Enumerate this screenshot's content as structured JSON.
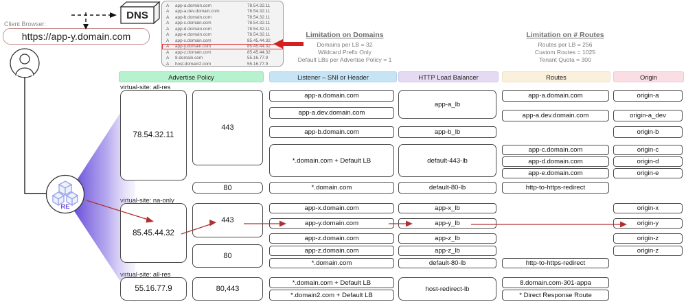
{
  "client": {
    "label": "Client Browser:",
    "url": "https://app-y.domain.com",
    "dns_label": "DNS",
    "re_label": "RE"
  },
  "dns_records": {
    "rows": [
      {
        "type": "A",
        "name": "app-a.domain.com",
        "ip": "78.54.32.11",
        "highlight": false
      },
      {
        "type": "A",
        "name": "app-a.dev.domain.com",
        "ip": "78.54.32.11",
        "highlight": false
      },
      {
        "type": "A",
        "name": "app-b.domain.com",
        "ip": "78.54.32.11",
        "highlight": false
      },
      {
        "type": "A",
        "name": "app-c.domain.com",
        "ip": "78.54.32.11",
        "highlight": false
      },
      {
        "type": "A",
        "name": "app-d.domain.com",
        "ip": "78.54.32.11",
        "highlight": false
      },
      {
        "type": "A",
        "name": "app-e.domain.com",
        "ip": "78.54.32.11",
        "highlight": false
      },
      {
        "type": "A",
        "name": "app-x.domain.com",
        "ip": "85.45.44.32",
        "highlight": false
      },
      {
        "type": "A",
        "name": "app-y.domain.com",
        "ip": "85.45.44.32",
        "highlight": true
      },
      {
        "type": "A",
        "name": "app-z.domain.com",
        "ip": "85.45.44.32",
        "highlight": false
      },
      {
        "type": "A",
        "name": "8.domain.com",
        "ip": "55.16.77.9",
        "highlight": false
      },
      {
        "type": "A",
        "name": "host.domain2.com",
        "ip": "55.16.77.9",
        "highlight": false
      }
    ]
  },
  "limitations": {
    "domains": {
      "title": "Limitation on Domains",
      "lines": [
        "Domains per LB = 32",
        "Wildcard Prefix Only",
        "Default LBs per Advertise Policy = 1"
      ]
    },
    "routes": {
      "title": "Limitation on # Routes",
      "lines": [
        "Routes per LB = 256",
        "Custom Routes = 1025",
        "Tenant Quota = 300"
      ]
    }
  },
  "columns": {
    "advertise_policy": "Advertise Policy",
    "listener": "Listener – SNI or Header",
    "load_balancer": "HTTP Load Balancer",
    "routes": "Routes",
    "origin": "Origin"
  },
  "sections": [
    {
      "virtual_site": "virtual-site: all-res",
      "vip": "78.54.32.11",
      "ports": [
        "443",
        "80"
      ],
      "listeners": [
        "app-a.domain.com",
        "app-a.dev.domain.com",
        "app-b.domain.com",
        "*.domain.com + Default LB",
        "*.domain.com"
      ],
      "load_balancers": [
        "app-a_lb",
        "app-b_lb",
        "default-443-lb",
        "default-80-lb"
      ],
      "routes": [
        "app-a.domain.com",
        "app-a.dev.domain.com",
        "app-c.domain.com",
        "app-d.domain.com",
        "app-e.domain.com",
        "http-to-https-redirect"
      ],
      "origins": [
        "origin-a",
        "origin-a_dev",
        "origin-b",
        "origin-c",
        "origin-d",
        "origin-e"
      ]
    },
    {
      "virtual_site": "virtual-site: na-only",
      "vip": "85.45.44.32",
      "ports": [
        "443",
        "80"
      ],
      "listeners": [
        "app-x.domain.com",
        "app-y.domain.com",
        "app-z.domain.com",
        "app-z.domain.com",
        "*.domain.com"
      ],
      "load_balancers": [
        "app-x_lb",
        "app-y_lb",
        "app-z_lb",
        "app-z_lb",
        "default-80-lb"
      ],
      "routes": [
        "http-to-https-redirect"
      ],
      "origins": [
        "origin-x",
        "origin-y",
        "origin-z",
        "origin-z"
      ]
    },
    {
      "virtual_site": "virtual-site: all-res",
      "vip": "55.16.77.9",
      "ports": [
        "80,443"
      ],
      "listeners": [
        "*.domain.com + Default LB",
        "*.domain2.com + Default LB"
      ],
      "load_balancers": [
        "host-redirect-lb"
      ],
      "routes": [
        "8.domain.com-301-appa",
        "* Direct Response Route"
      ],
      "origins": []
    }
  ],
  "colors": {
    "advertise": "#b6f2ce",
    "listener": "#c7e4f7",
    "loadbalancer": "#e4dbf2",
    "routes": "#fbf0dc",
    "origin": "#fbdde4",
    "flow_red": "#b03030",
    "fan_purple": "#5b3fd6"
  }
}
